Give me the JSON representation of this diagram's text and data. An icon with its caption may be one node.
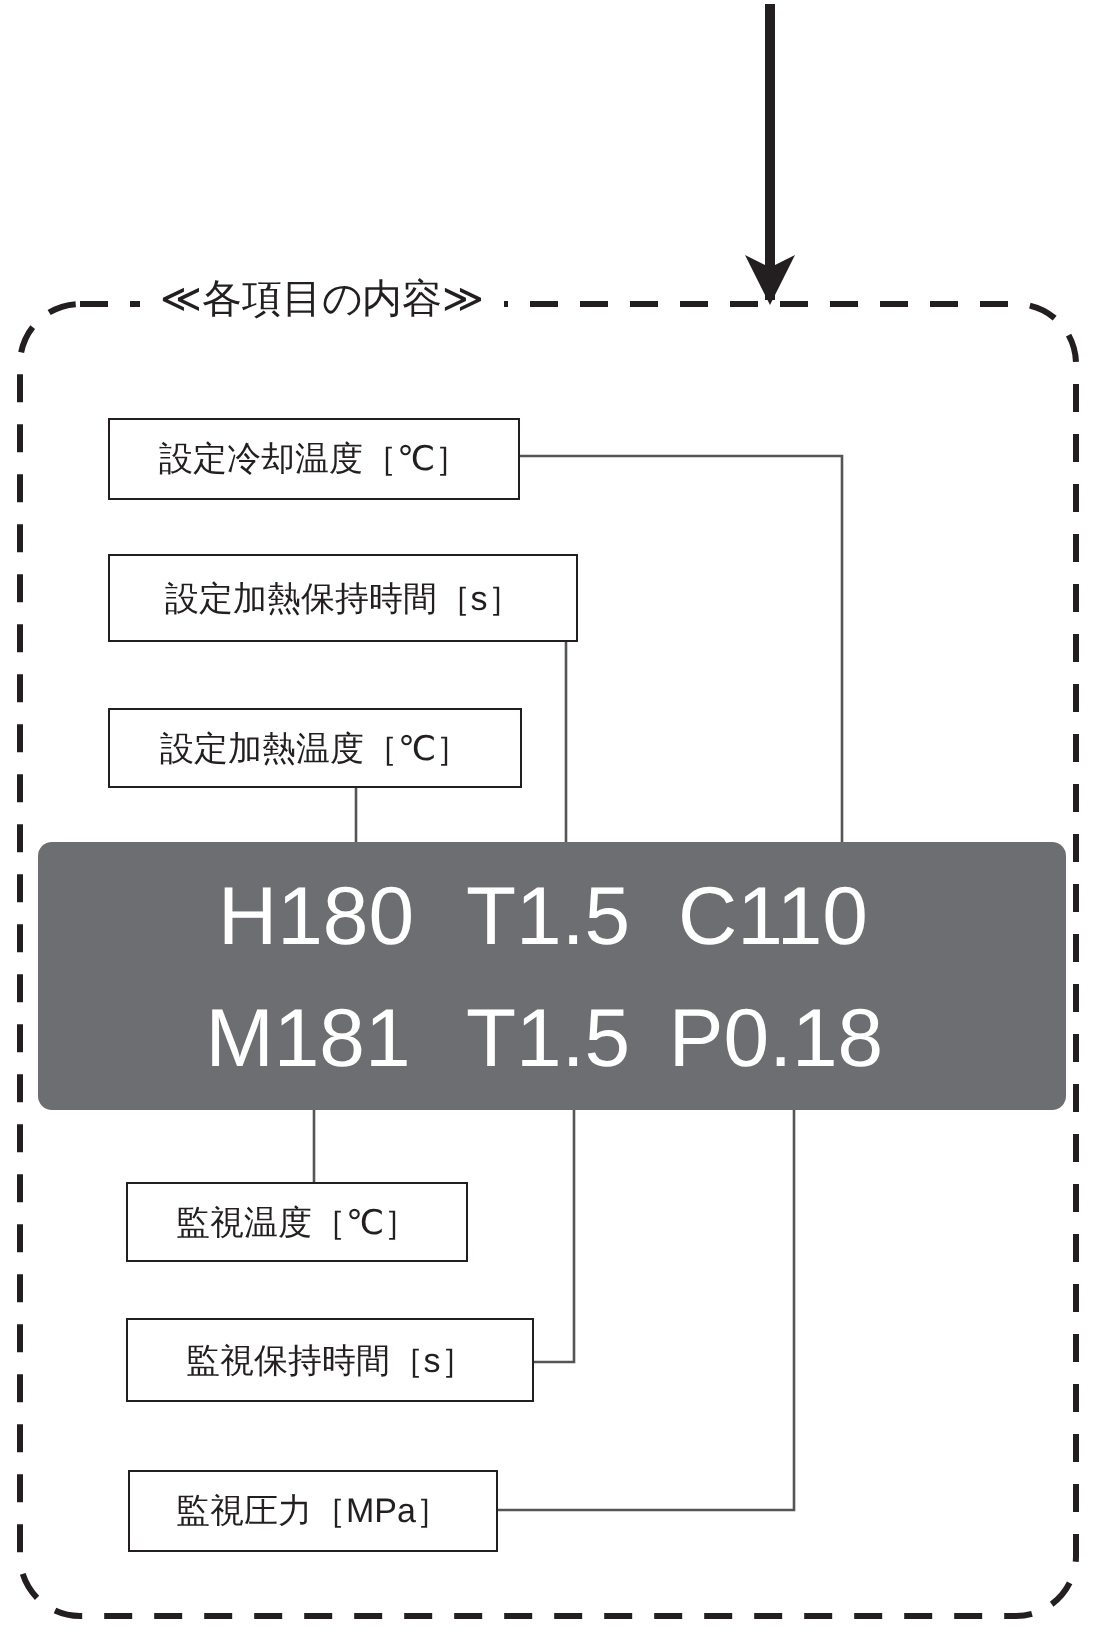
{
  "diagram": {
    "nodes": [
      {
        "text": [
          "≪各項目の内容≫"
        ]
      },
      {
        "text": [
          "設定冷却温度［℃］"
        ],
        "in": 0
      },
      {
        "text": [
          "設定加熱保持時間［s］"
        ],
        "in": 0
      },
      {
        "text": [
          "設定加熱温度［℃］"
        ],
        "in": 0
      },
      {
        "text": [],
        "shape": "box",
        "in": 0
      },
      {
        "text": [
          "H180"
        ],
        "in": 4
      },
      {
        "text": [
          "T1.5"
        ],
        "in": 4
      },
      {
        "text": [
          "C110"
        ],
        "in": 4
      },
      {
        "text": [
          "M181"
        ],
        "in": 4
      },
      {
        "text": [
          "T1.5"
        ],
        "in": 4
      },
      {
        "text": [
          "P0.18"
        ],
        "in": 4
      },
      {
        "text": [
          "監視温度［℃］"
        ],
        "in": 0
      },
      {
        "text": [
          "監視保持時間［s］"
        ],
        "in": 0
      },
      {
        "text": [
          "監視圧力［MPa］"
        ],
        "in": 0
      }
    ],
    "edges": [
      {
        "from": null,
        "to": 0,
        "arrow": "to",
        "style": "thick"
      },
      {
        "from": 1,
        "to": 7,
        "arrow": "none"
      },
      {
        "from": 2,
        "to": 6,
        "arrow": "none"
      },
      {
        "from": 3,
        "to": 5,
        "arrow": "none"
      },
      {
        "from": 11,
        "to": 8,
        "arrow": "none"
      },
      {
        "from": 12,
        "to": 9,
        "arrow": "none"
      },
      {
        "from": 13,
        "to": 10,
        "arrow": "none"
      }
    ]
  }
}
